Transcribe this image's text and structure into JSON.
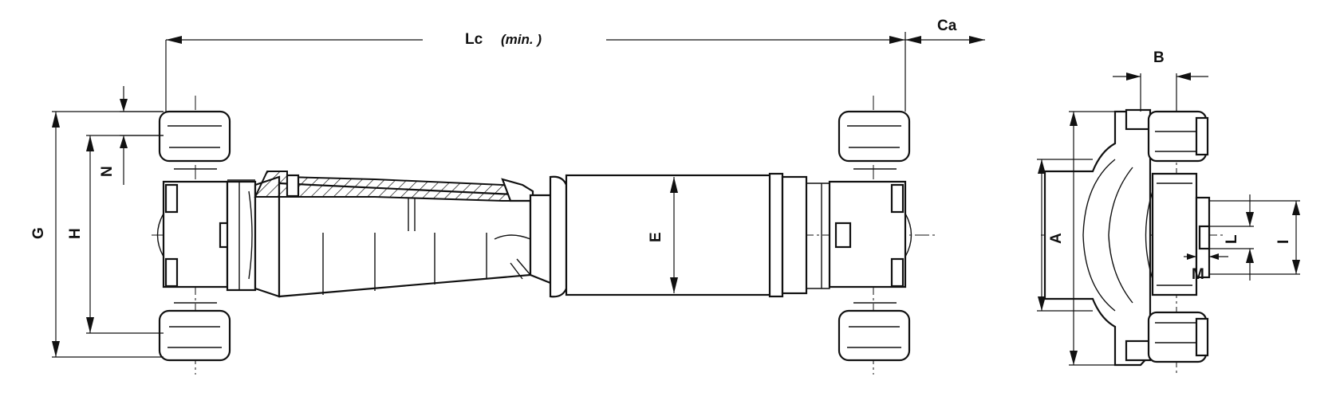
{
  "labels": {
    "lc": "Lc",
    "lc_note": "(min. )",
    "ca": "Ca",
    "b": "B",
    "n": "N",
    "g": "G",
    "h": "H",
    "e": "E",
    "a": "A",
    "l": "L",
    "i": "I",
    "m": "M"
  }
}
